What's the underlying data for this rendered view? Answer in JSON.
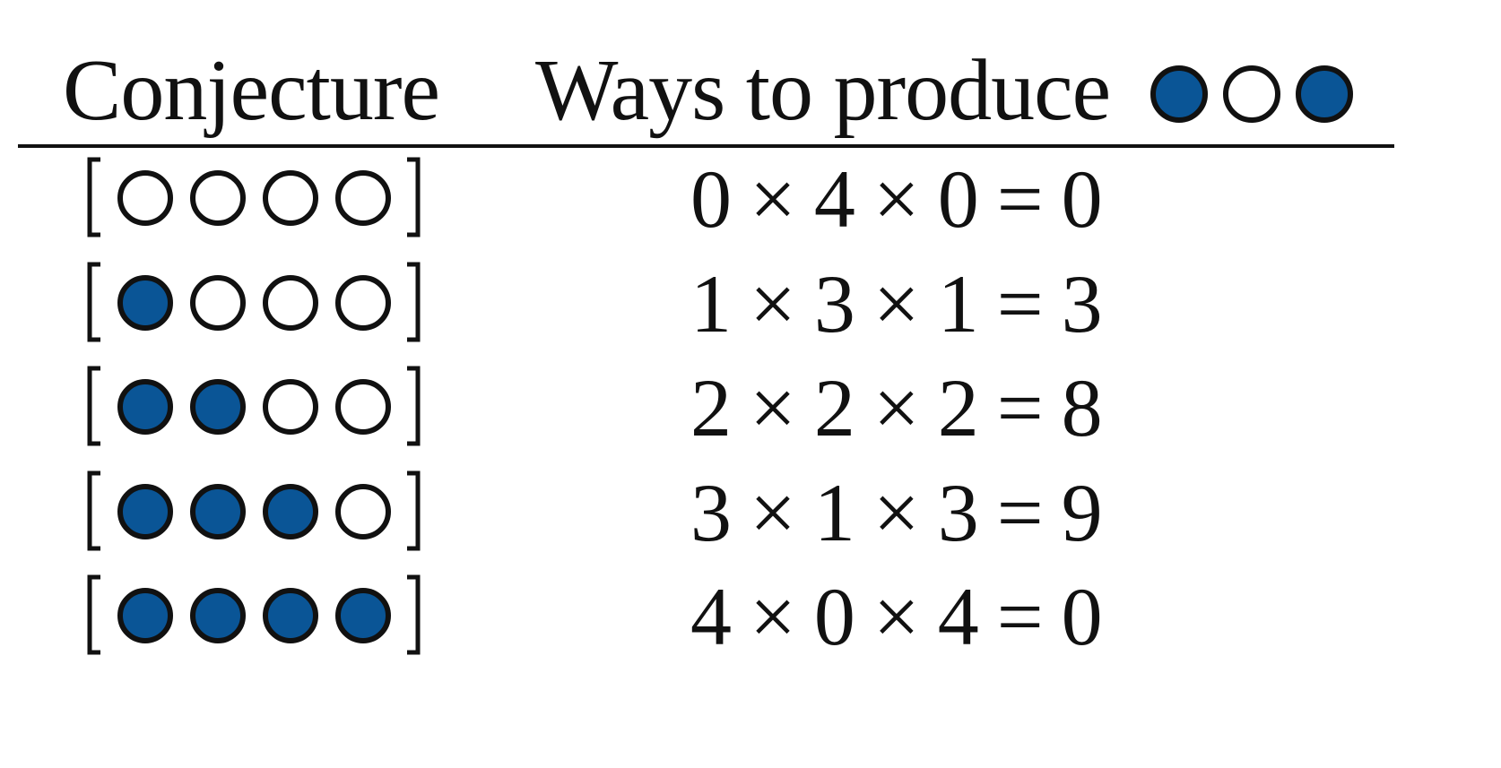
{
  "header": {
    "conjecture_label": "Conjecture",
    "ways_label": "Ways to produce",
    "target_pattern": [
      true,
      false,
      true
    ]
  },
  "colors": {
    "filled": "#0a5596",
    "stroke": "#111111",
    "empty": "#ffffff"
  },
  "rows": [
    {
      "pattern": [
        false,
        false,
        false,
        false
      ],
      "a": "0",
      "b": "4",
      "c": "0",
      "result": "0"
    },
    {
      "pattern": [
        true,
        false,
        false,
        false
      ],
      "a": "1",
      "b": "3",
      "c": "1",
      "result": "3"
    },
    {
      "pattern": [
        true,
        true,
        false,
        false
      ],
      "a": "2",
      "b": "2",
      "c": "2",
      "result": "8"
    },
    {
      "pattern": [
        true,
        true,
        true,
        false
      ],
      "a": "3",
      "b": "1",
      "c": "3",
      "result": "9"
    },
    {
      "pattern": [
        true,
        true,
        true,
        true
      ],
      "a": "4",
      "b": "0",
      "c": "4",
      "result": "0"
    }
  ],
  "symbols": {
    "times": "×",
    "equals": "="
  }
}
